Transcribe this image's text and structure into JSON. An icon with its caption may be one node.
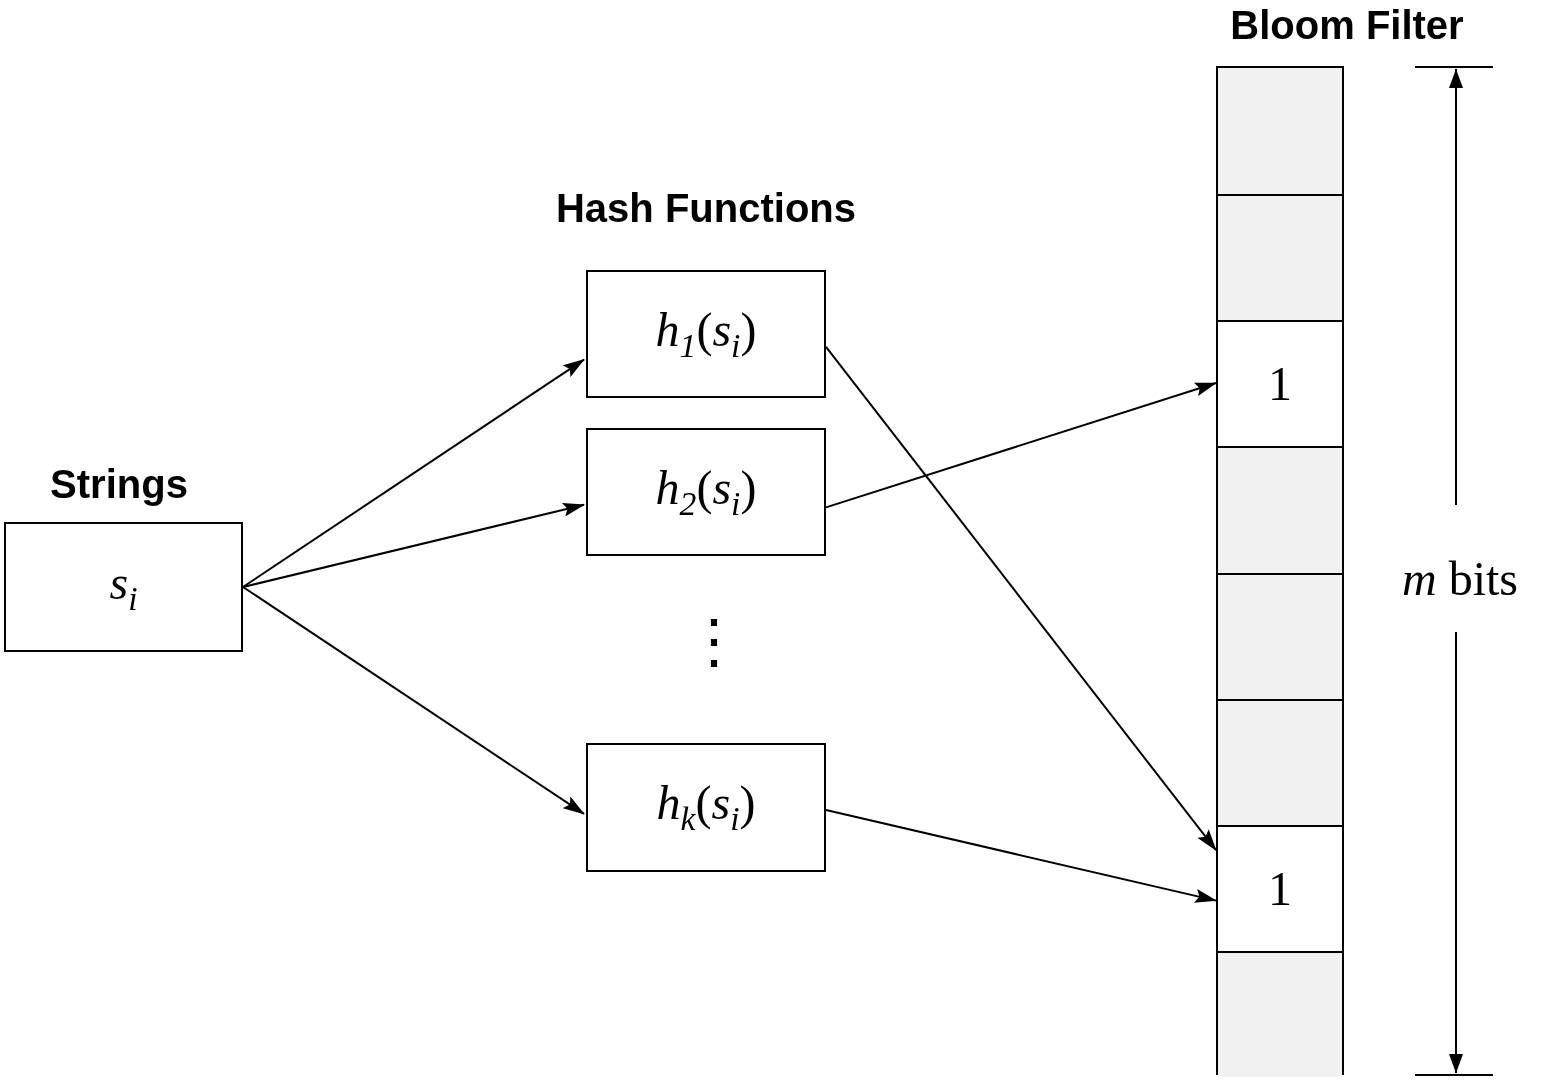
{
  "diagram": {
    "nodes": [
      {
        "text": [
          "Strings",
          "*s*$_{i}$"
        ]
      },
      {
        "text": [
          "*h*$_{1}$(*s*$_{i}$)"
        ]
      },
      {
        "text": [
          "*h*$_{2}$(*s*$_{i}$)"
        ]
      },
      {
        "text": [
          "*h*$_{k}$(*s*$_{i}$)"
        ]
      },
      {
        "text": [
          "Bloom Filter"
        ]
      },
      {
        "text": [],
        "shape": "box",
        "in": 4
      },
      {
        "text": [],
        "shape": "box",
        "in": 4
      },
      {
        "text": [
          "1"
        ],
        "in": 4
      },
      {
        "text": [],
        "shape": "box",
        "in": 4
      },
      {
        "text": [],
        "shape": "box",
        "in": 4
      },
      {
        "text": [],
        "shape": "box",
        "in": 4
      },
      {
        "text": [
          "1"
        ],
        "in": 4
      },
      {
        "text": [],
        "shape": "box",
        "in": 4
      }
    ],
    "edges": [
      {
        "from": 0,
        "to": 1,
        "arrow": "to"
      },
      {
        "from": 0,
        "to": 2,
        "arrow": "to"
      },
      {
        "from": 0,
        "to": 3,
        "arrow": "to"
      },
      {
        "from": 1,
        "to": 11,
        "arrow": "to"
      },
      {
        "from": 2,
        "to": 7,
        "arrow": "to"
      },
      {
        "from": 3,
        "to": 11,
        "arrow": "to"
      }
    ],
    "labels": [
      "Hash Functions",
      "⋮",
      "*m* bits"
    ]
  }
}
